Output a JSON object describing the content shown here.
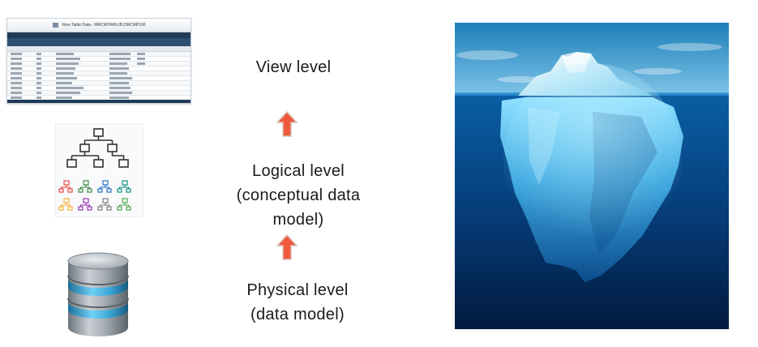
{
  "levels": {
    "view": {
      "lines": [
        "View level"
      ]
    },
    "logical": {
      "lines": [
        "Logical level",
        "(conceptual data",
        "model)"
      ]
    },
    "physical": {
      "lines": [
        "Physical level",
        "(data model)"
      ]
    }
  },
  "table_thumbnail": {
    "title": "View Table Data - MRCWORKLIB.DMCMP100"
  },
  "icons": {
    "table": "table-screenshot-icon",
    "diagram": "hierarchy-diagram-icon",
    "database": "database-cylinder-icon",
    "arrow": "up-arrow-icon",
    "iceberg": "iceberg-image"
  },
  "colors": {
    "arrow_fill": "#f05a3c",
    "arrow_stroke": "#d9c2bb",
    "db_band": "#3aa6d6",
    "db_body": "#9ea6ad",
    "sky_top": "#1c7fb9",
    "sea_deep": "#021a3e"
  }
}
